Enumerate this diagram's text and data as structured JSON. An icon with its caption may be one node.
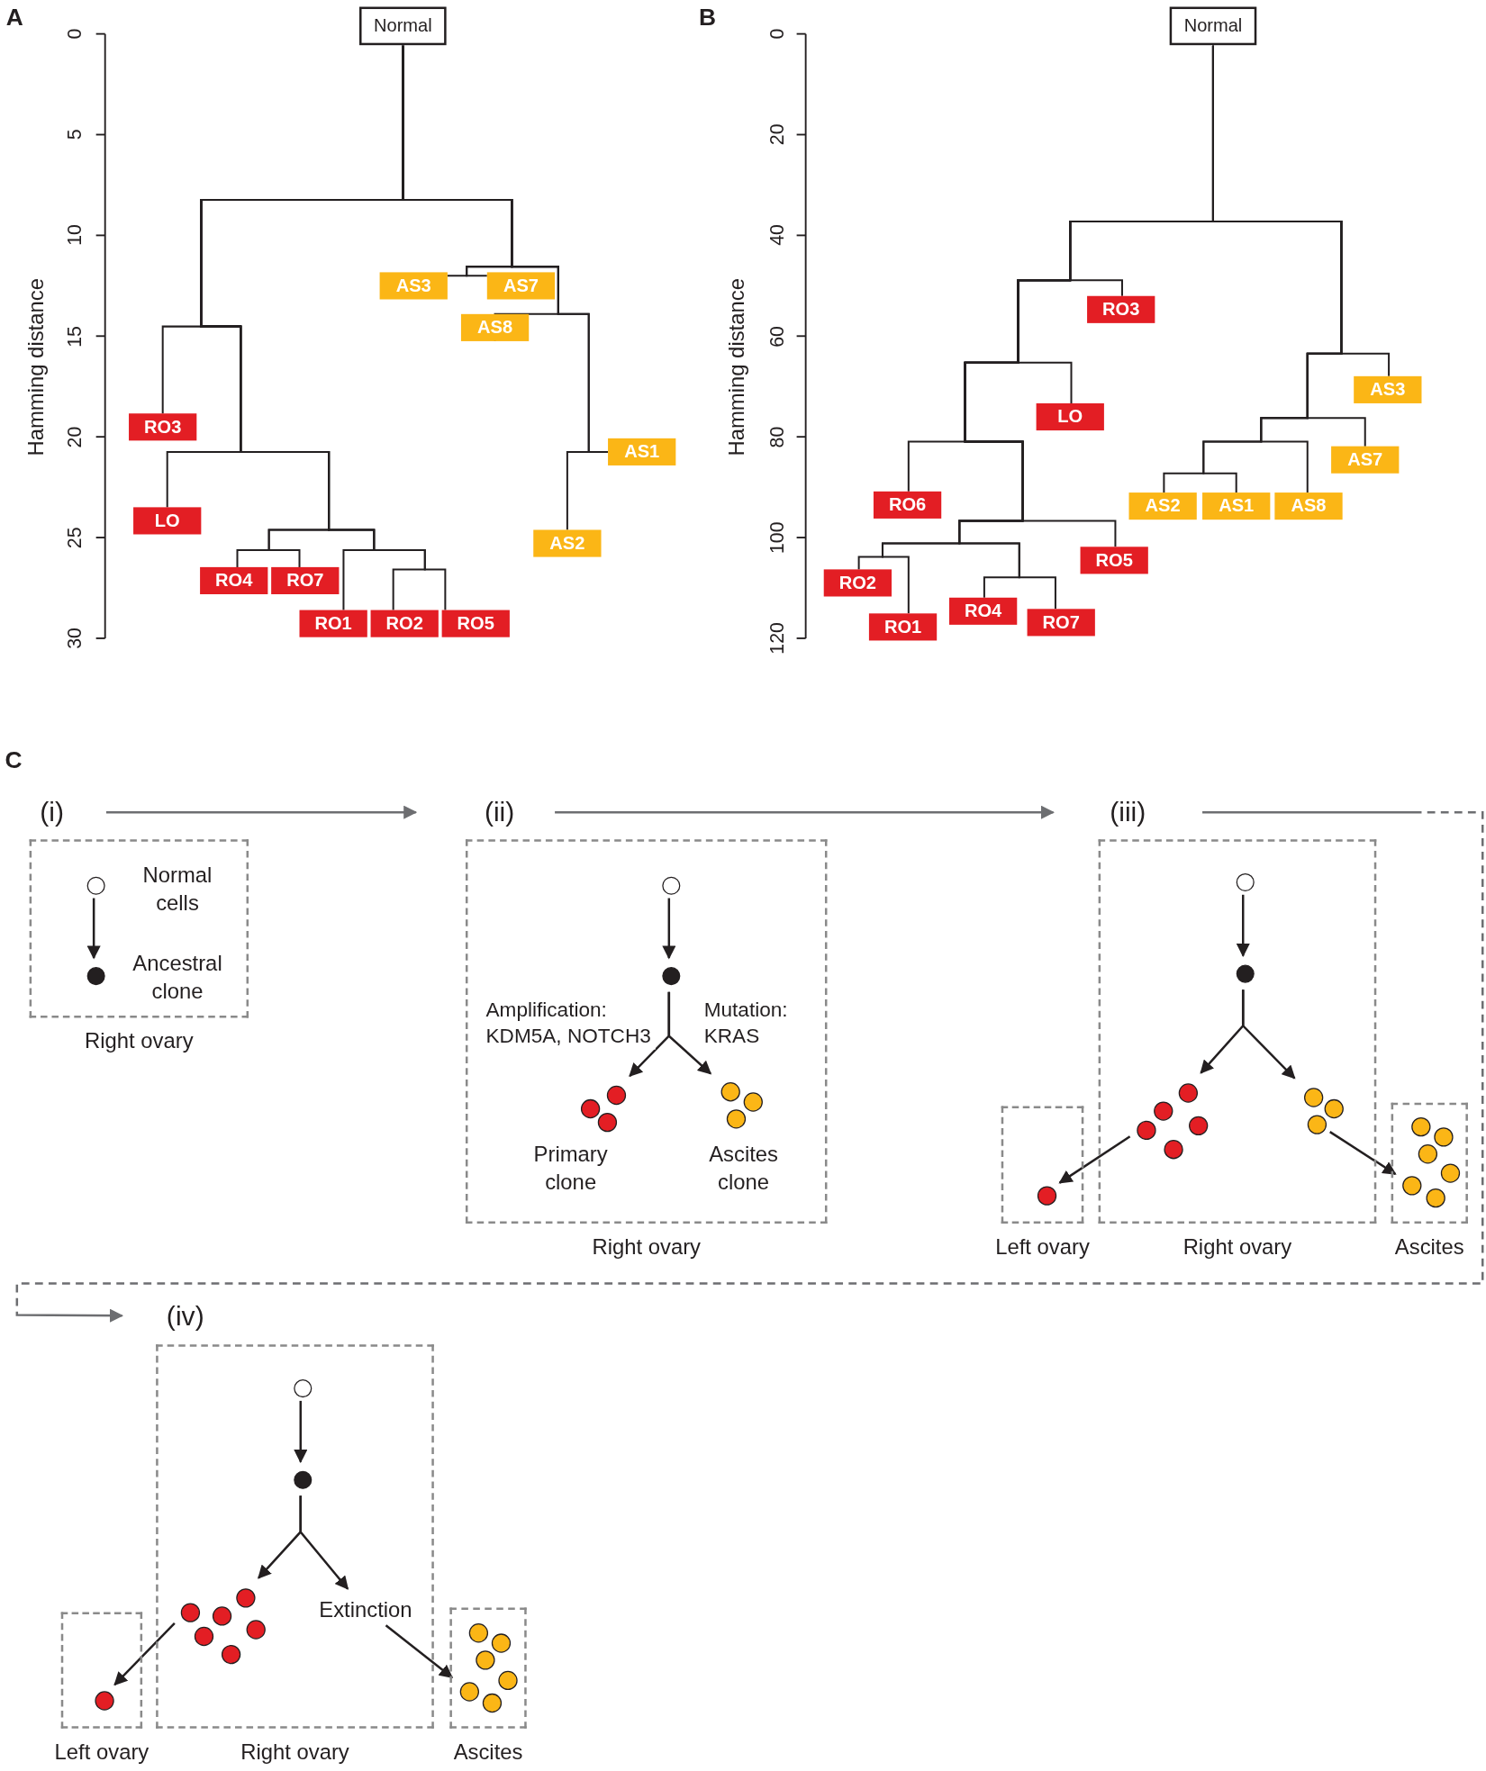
{
  "diagram": {
    "nodes": [
      {
        "text": [
          "Normal"
        ]
      },
      {
        "text": [
          "AS3"
        ]
      },
      {
        "text": [
          "AS7"
        ]
      },
      {
        "text": [
          "AS8"
        ]
      },
      {
        "text": [
          "RO3"
        ]
      },
      {
        "text": [
          "AS1"
        ]
      },
      {
        "text": [
          "LO"
        ]
      },
      {
        "text": [
          "AS2"
        ]
      },
      {
        "text": [
          "RO4"
        ]
      },
      {
        "text": [
          "RO7"
        ]
      },
      {
        "text": [
          "RO1"
        ]
      },
      {
        "text": [
          "RO2"
        ]
      },
      {
        "text": [
          "RO5"
        ]
      },
      {
        "text": [
          "Normal"
        ]
      },
      {
        "text": [
          "RO3"
        ]
      },
      {
        "text": [
          "AS3"
        ]
      },
      {
        "text": [
          "LO"
        ]
      },
      {
        "text": [
          "AS7"
        ]
      },
      {
        "text": [
          "RO6"
        ]
      },
      {
        "text": [
          "AS2"
        ]
      },
      {
        "text": [
          "AS1"
        ]
      },
      {
        "text": [
          "AS8"
        ]
      },
      {
        "text": [
          "RO5"
        ]
      },
      {
        "text": [
          "RO2"
        ]
      },
      {
        "text": [
          "RO4"
        ]
      },
      {
        "text": [
          "RO7"
        ]
      },
      {
        "text": [
          "RO1"
        ]
      },
      {
        "text": [
          "(i)"
        ]
      },
      {
        "text": [
          "(ii)"
        ]
      },
      {
        "text": [
          "(iii)"
        ]
      },
      {
        "text": [
          "Right ovary"
        ]
      },
      {
        "text": [],
        "shape": "circle",
        "in": 30,
        "beside": [
          "Normal cells"
        ]
      },
      {
        "text": [],
        "shape": "circle",
        "in": 30,
        "beside": [
          "Ancestral clone"
        ]
      },
      {
        "text": [
          "Right ovary"
        ]
      },
      {
        "text": [],
        "shape": "circle",
        "in": 33
      },
      {
        "text": [],
        "shape": "circle",
        "in": 33
      },
      {
        "text": [],
        "shape": "circle",
        "in": 33
      },
      {
        "text": [],
        "shape": "circle",
        "in": 33
      },
      {
        "text": [],
        "shape": "circle",
        "in": 33,
        "beside": [
          "Primary clone"
        ]
      },
      {
        "text": [],
        "shape": "circle",
        "in": 33
      },
      {
        "text": [],
        "shape": "circle",
        "in": 33
      },
      {
        "text": [],
        "shape": "circle",
        "in": 33,
        "beside": [
          "Ascites clone"
        ]
      },
      {
        "text": [
          "Right ovary"
        ]
      },
      {
        "text": [],
        "shape": "circle",
        "in": 42
      },
      {
        "text": [],
        "shape": "circle",
        "in": 42
      },
      {
        "text": [],
        "shape": "circle",
        "in": 42
      },
      {
        "text": [],
        "shape": "circle",
        "in": 42
      },
      {
        "text": [],
        "shape": "circle",
        "in": 42
      },
      {
        "text": [],
        "shape": "circle",
        "in": 42
      },
      {
        "text": [],
        "shape": "circle",
        "in": 42
      },
      {
        "text": [],
        "shape": "circle",
        "in": 42
      },
      {
        "text": [],
        "shape": "circle",
        "in": 42
      },
      {
        "text": [],
        "shape": "circle",
        "in": 42
      },
      {
        "text": [
          "Left ovary"
        ]
      },
      {
        "text": [],
        "shape": "circle",
        "in": 53
      },
      {
        "text": [
          "Ascites"
        ]
      },
      {
        "text": [],
        "shape": "circle",
        "in": 55
      },
      {
        "text": [],
        "shape": "circle",
        "in": 55
      },
      {
        "text": [],
        "shape": "circle",
        "in": 55
      },
      {
        "text": [],
        "shape": "circle",
        "in": 55
      },
      {
        "text": [],
        "shape": "circle",
        "in": 55
      },
      {
        "text": [],
        "shape": "circle",
        "in": 55
      },
      {
        "text": [
          "(iv)"
        ]
      },
      {
        "text": [
          "Right ovary"
        ]
      },
      {
        "text": [],
        "shape": "circle",
        "in": 63
      },
      {
        "text": [],
        "shape": "circle",
        "in": 63
      },
      {
        "text": [],
        "shape": "circle",
        "in": 63
      },
      {
        "text": [],
        "shape": "circle",
        "in": 63
      },
      {
        "text": [],
        "shape": "circle",
        "in": 63
      },
      {
        "text": [],
        "shape": "circle",
        "in": 63
      },
      {
        "text": [],
        "shape": "circle",
        "in": 63
      },
      {
        "text": [],
        "shape": "circle",
        "in": 63
      },
      {
        "text": [
          "Extinction"
        ],
        "in": 63
      },
      {
        "text": [
          "Left ovary"
        ]
      },
      {
        "text": [],
        "shape": "circle",
        "in": 73
      },
      {
        "text": [
          "Ascites"
        ]
      },
      {
        "text": [],
        "shape": "circle",
        "in": 75
      },
      {
        "text": [],
        "shape": "circle",
        "in": 75
      },
      {
        "text": [],
        "shape": "circle",
        "in": 75
      },
      {
        "text": [],
        "shape": "circle",
        "in": 75
      },
      {
        "text": [],
        "shape": "circle",
        "in": 75
      },
      {
        "text": [],
        "shape": "circle",
        "in": 75
      }
    ],
    "edges": [
      {
        "from": 0,
        "to": 1,
        "arrow": "none"
      },
      {
        "from": 0,
        "to": 2,
        "arrow": "none"
      },
      {
        "from": 0,
        "to": 3,
        "arrow": "none"
      },
      {
        "from": 0,
        "to": 4,
        "arrow": "none"
      },
      {
        "from": 0,
        "to": 5,
        "arrow": "none"
      },
      {
        "from": 0,
        "to": 6,
        "arrow": "none"
      },
      {
        "from": 0,
        "to": 7,
        "arrow": "none"
      },
      {
        "from": 0,
        "to": 8,
        "arrow": "none"
      },
      {
        "from": 0,
        "to": 9,
        "arrow": "none"
      },
      {
        "from": 0,
        "to": 10,
        "arrow": "none"
      },
      {
        "from": 0,
        "to": 11,
        "arrow": "none"
      },
      {
        "from": 0,
        "to": 12,
        "arrow": "none"
      },
      {
        "from": 13,
        "to": 14,
        "arrow": "none"
      },
      {
        "from": 13,
        "to": 15,
        "arrow": "none"
      },
      {
        "from": 13,
        "to": 16,
        "arrow": "none"
      },
      {
        "from": 13,
        "to": 17,
        "arrow": "none"
      },
      {
        "from": 13,
        "to": 18,
        "arrow": "none"
      },
      {
        "from": 13,
        "to": 19,
        "arrow": "none"
      },
      {
        "from": 13,
        "to": 20,
        "arrow": "none"
      },
      {
        "from": 13,
        "to": 21,
        "arrow": "none"
      },
      {
        "from": 13,
        "to": 22,
        "arrow": "none"
      },
      {
        "from": 13,
        "to": 23,
        "arrow": "none"
      },
      {
        "from": 13,
        "to": 24,
        "arrow": "none"
      },
      {
        "from": 13,
        "to": 25,
        "arrow": "none"
      },
      {
        "from": 13,
        "to": 26,
        "arrow": "none"
      },
      {
        "from": 27,
        "to": 28,
        "arrow": "to",
        "color": "#6d6e71"
      },
      {
        "from": 28,
        "to": 29,
        "arrow": "to",
        "color": "#6d6e71"
      },
      {
        "from": 29,
        "to": 62,
        "arrow": "to",
        "color": "#6d6e71",
        "style": "dashed"
      },
      {
        "from": 31,
        "to": 32,
        "arrow": "to"
      },
      {
        "from": 34,
        "to": 35,
        "arrow": "to"
      },
      {
        "from": 35,
        "to": 36,
        "arrow": "to",
        "label": "Amplification: KDM5A, NOTCH3"
      },
      {
        "from": 35,
        "to": 39,
        "arrow": "to",
        "label": "Mutation: KRAS"
      },
      {
        "from": 43,
        "to": 44,
        "arrow": "to"
      },
      {
        "from": 44,
        "to": 45,
        "arrow": "to"
      },
      {
        "from": 44,
        "to": 50,
        "arrow": "to"
      },
      {
        "from": 48,
        "to": 54,
        "arrow": "to"
      },
      {
        "from": 52,
        "to": 60,
        "arrow": "to"
      },
      {
        "from": 64,
        "to": 65,
        "arrow": "to"
      },
      {
        "from": 65,
        "to": 66,
        "arrow": "to"
      },
      {
        "from": 65,
        "to": 72,
        "arrow": "to"
      },
      {
        "from": 67,
        "to": 74,
        "arrow": "to"
      },
      {
        "from": 72,
        "to": 80,
        "arrow": "to"
      }
    ],
    "labels": [
      "A",
      "0",
      "5",
      "10",
      "15",
      "20",
      "25",
      "30",
      "Hamming distance",
      "B",
      "0",
      "20",
      "40",
      "60",
      "80",
      "100",
      "120",
      "Hamming distance",
      "C"
    ]
  }
}
